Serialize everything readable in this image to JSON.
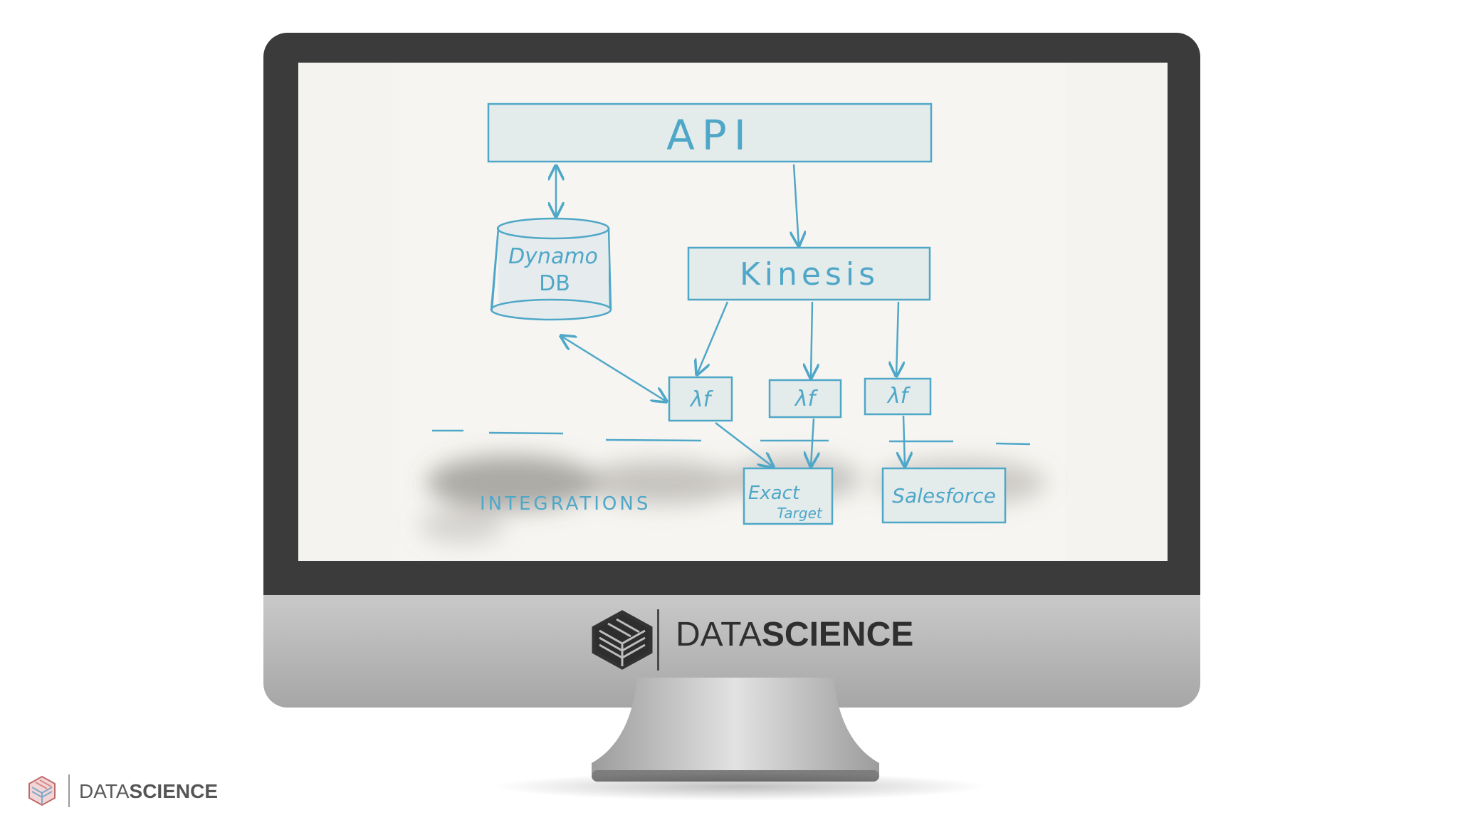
{
  "diagram": {
    "api_label": "API",
    "dynamo_line1": "Dynamo",
    "dynamo_line2": "DB",
    "kinesis_label": "Kinesis",
    "lambda_labels": [
      "λf",
      "λf",
      "λf"
    ],
    "exact_line1": "Exact",
    "exact_line2": "Target",
    "salesforce_label": "Salesforce",
    "integrations_label": "INTEGRATIONS"
  },
  "monitor_brand": {
    "light": "DATA",
    "bold": "SCIENCE"
  },
  "corner_brand": {
    "light": "DATA",
    "bold": "SCIENCE"
  },
  "colors": {
    "ink": "#4fa7c8",
    "bezel": "#3b3b3b",
    "whiteboard": "#f4f3ef"
  }
}
